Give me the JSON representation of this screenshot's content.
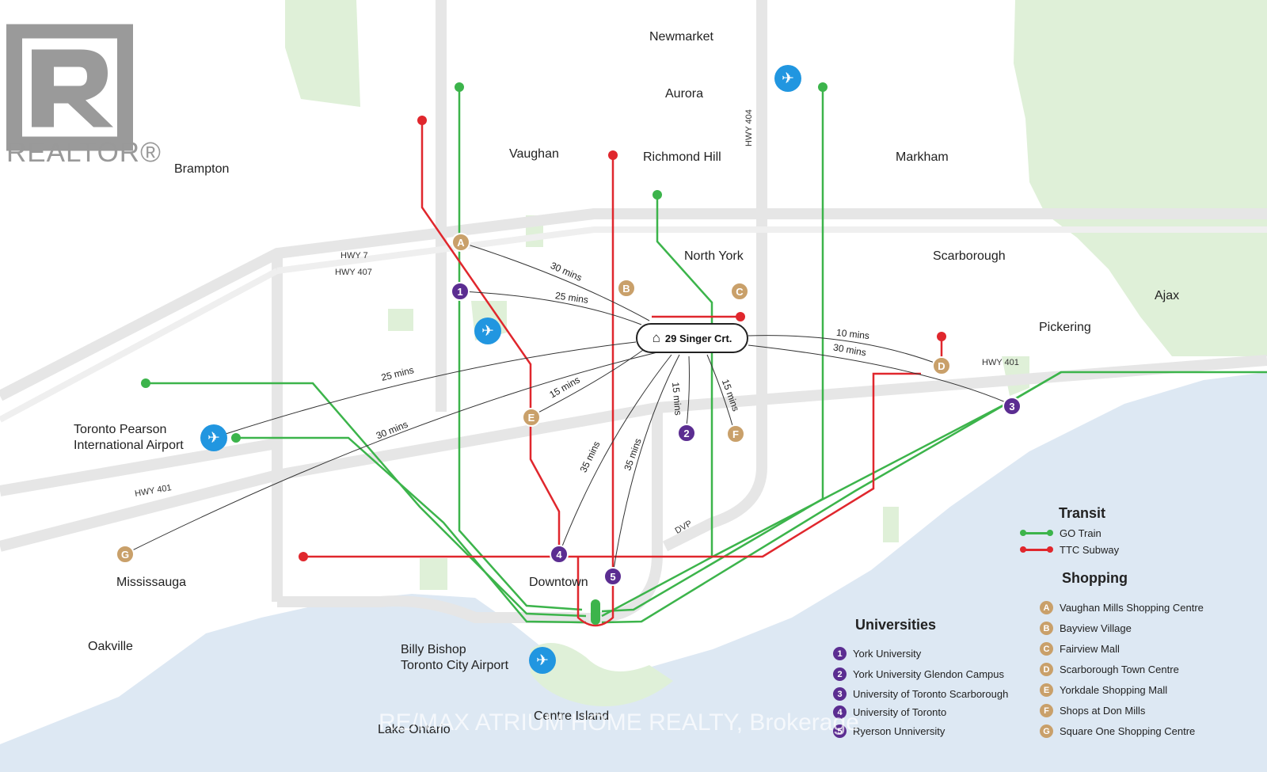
{
  "logo": {
    "text": "REALTOR®"
  },
  "home": {
    "label": "29 Singer Crt."
  },
  "cities": {
    "newmarket": "Newmarket",
    "aurora": "Aurora",
    "vaughan": "Vaughan",
    "richmond_hill": "Richmond Hill",
    "markham": "Markham",
    "brampton": "Brampton",
    "north_york": "North York",
    "scarborough": "Scarborough",
    "ajax": "Ajax",
    "pickering": "Pickering",
    "pearson": "Toronto Pearson\nInternational Airport",
    "mississauga": "Mississauga",
    "downtown": "Downtown",
    "oakville": "Oakville",
    "billy_bishop": "Billy Bishop\nToronto City Airport",
    "centre_island": "Centre Island",
    "lake_ontario": "Lake Ontario"
  },
  "highways": {
    "hwy7": "HWY 7",
    "hwy407": "HWY 407",
    "hwy404": "HWY 404",
    "hwy401_east": "HWY 401",
    "hwy401_west": "HWY 401",
    "dvp": "DVP"
  },
  "travel_times": {
    "to_a": "30 mins",
    "to_1": "25 mins",
    "to_pearson": "25 mins",
    "to_e": "15 mins",
    "to_g": "30 mins",
    "to_4": "35 mins",
    "to_5": "35 mins",
    "to_2": "15 mins",
    "to_f": "15 mins",
    "to_d": "10 mins",
    "to_3": "30 mins"
  },
  "transit_legend": {
    "title": "Transit",
    "go_train": "GO Train",
    "ttc_subway": "TTC Subway"
  },
  "shopping_legend": {
    "title": "Shopping",
    "items": [
      {
        "letter": "A",
        "name": "Vaughan Mills Shopping Centre"
      },
      {
        "letter": "B",
        "name": "Bayview Village"
      },
      {
        "letter": "C",
        "name": "Fairview Mall"
      },
      {
        "letter": "D",
        "name": "Scarborough Town Centre"
      },
      {
        "letter": "E",
        "name": "Yorkdale Shopping Mall"
      },
      {
        "letter": "F",
        "name": "Shops at Don Mills"
      },
      {
        "letter": "G",
        "name": "Square One Shopping Centre"
      }
    ]
  },
  "universities_legend": {
    "title": "Universities",
    "items": [
      {
        "number": "1",
        "name": "York University"
      },
      {
        "number": "2",
        "name": "York University Glendon Campus"
      },
      {
        "number": "3",
        "name": "University of Toronto Scarborough"
      },
      {
        "number": "4",
        "name": "University of Toronto"
      },
      {
        "number": "5",
        "name": "Ryerson Unniversity"
      }
    ]
  },
  "watermark": "RE/MAX ATRIUM HOME REALTY, Brokerage",
  "colors": {
    "go_train": "#3cb44b",
    "ttc_subway": "#e0272d",
    "shopping": "#c9a06a",
    "university": "#5b2d91",
    "airport": "#2196e0",
    "green_space": "#dff0d8",
    "water": "#dde8f3",
    "road": "#e6e6e6"
  }
}
